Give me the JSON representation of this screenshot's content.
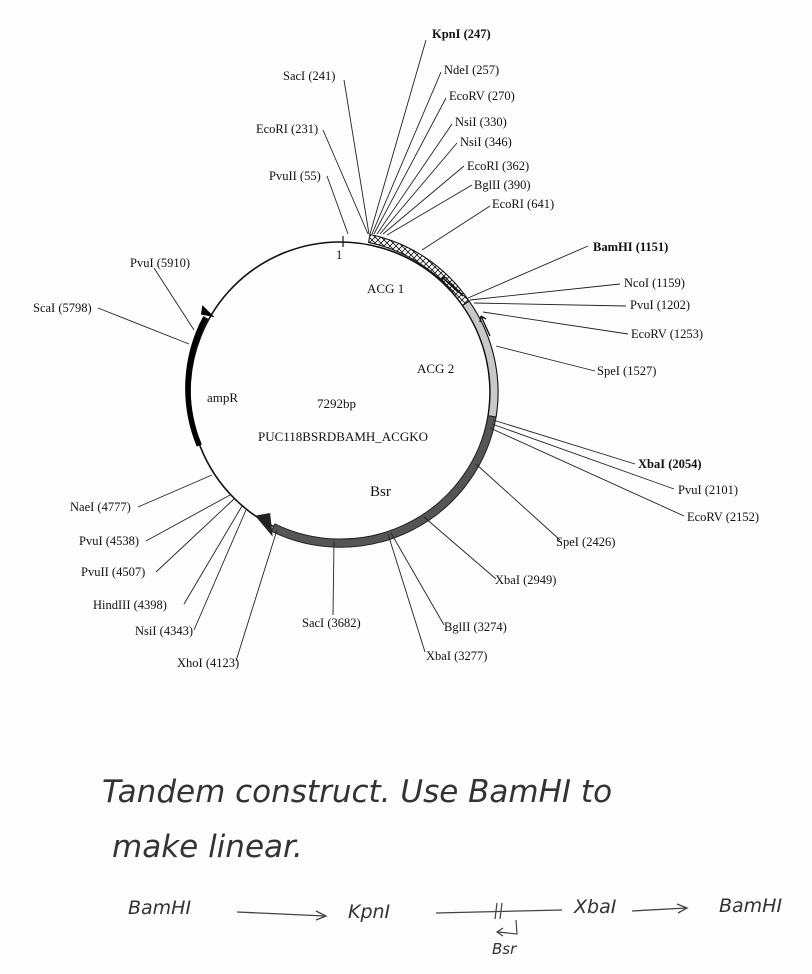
{
  "plasmid": {
    "name": "PUC118BSRDBAMH_ACGKO",
    "size_label": "7292bp",
    "origin_label": "1"
  },
  "features": [
    {
      "name": "ACG 1",
      "style": "crosshatch"
    },
    {
      "name": "ACG 2",
      "style": "light-gray"
    },
    {
      "name": "Bsr",
      "style": "dark-gray"
    },
    {
      "name": "ampR",
      "style": "black"
    }
  ],
  "sites": [
    {
      "label": "KpnI (247)",
      "bold": true
    },
    {
      "label": "SacI (241)",
      "bold": false
    },
    {
      "label": "NdeI (257)",
      "bold": false
    },
    {
      "label": "EcoRV (270)",
      "bold": false
    },
    {
      "label": "EcoRI (231)",
      "bold": false
    },
    {
      "label": "NsiI (330)",
      "bold": false
    },
    {
      "label": "NsiI (346)",
      "bold": false
    },
    {
      "label": "EcoRI (362)",
      "bold": false
    },
    {
      "label": "PvuII (55)",
      "bold": false
    },
    {
      "label": "BglII (390)",
      "bold": false
    },
    {
      "label": "EcoRI (641)",
      "bold": false
    },
    {
      "label": "BamHI (1151)",
      "bold": true
    },
    {
      "label": "PvuI (5910)",
      "bold": false
    },
    {
      "label": "NcoI (1159)",
      "bold": false
    },
    {
      "label": "PvuI (1202)",
      "bold": false
    },
    {
      "label": "ScaI (5798)",
      "bold": false
    },
    {
      "label": "EcoRV (1253)",
      "bold": false
    },
    {
      "label": "SpeI (1527)",
      "bold": false
    },
    {
      "label": "XbaI (2054)",
      "bold": true
    },
    {
      "label": "PvuI (2101)",
      "bold": false
    },
    {
      "label": "NaeI (4777)",
      "bold": false
    },
    {
      "label": "EcoRV (2152)",
      "bold": false
    },
    {
      "label": "PvuI (4538)",
      "bold": false
    },
    {
      "label": "SpeI (2426)",
      "bold": false
    },
    {
      "label": "PvuII (4507)",
      "bold": false
    },
    {
      "label": "XbaI (2949)",
      "bold": false
    },
    {
      "label": "HindIII (4398)",
      "bold": false
    },
    {
      "label": "NsiI (4343)",
      "bold": false
    },
    {
      "label": "SacI (3682)",
      "bold": false
    },
    {
      "label": "BglII (3274)",
      "bold": false
    },
    {
      "label": "XhoI (4123)",
      "bold": false
    },
    {
      "label": "XbaI (3277)",
      "bold": false
    }
  ],
  "handwriting": {
    "line1": "Tandem construct. Use BamHI to",
    "line2": "make linear.",
    "flow": [
      "BamHI",
      "KpnI",
      "XbaI",
      "BamHI"
    ],
    "flow_note": "Bsr"
  }
}
